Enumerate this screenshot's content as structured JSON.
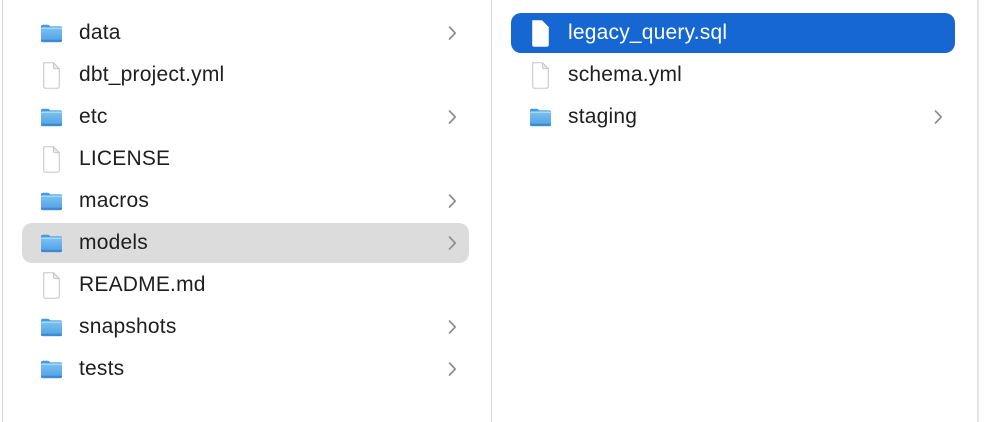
{
  "app": "finder-column-view",
  "columns": [
    {
      "name": "parent-column",
      "items": [
        {
          "label": "data",
          "type": "folder",
          "chevron": true,
          "selected": null
        },
        {
          "label": "dbt_project.yml",
          "type": "file",
          "chevron": false,
          "selected": null
        },
        {
          "label": "etc",
          "type": "folder",
          "chevron": true,
          "selected": null
        },
        {
          "label": "LICENSE",
          "type": "file",
          "chevron": false,
          "selected": null
        },
        {
          "label": "macros",
          "type": "folder",
          "chevron": true,
          "selected": null
        },
        {
          "label": "models",
          "type": "folder",
          "chevron": true,
          "selected": "gray"
        },
        {
          "label": "README.md",
          "type": "file",
          "chevron": false,
          "selected": null
        },
        {
          "label": "snapshots",
          "type": "folder",
          "chevron": true,
          "selected": null
        },
        {
          "label": "tests",
          "type": "folder",
          "chevron": true,
          "selected": null
        }
      ]
    },
    {
      "name": "child-column",
      "items": [
        {
          "label": "legacy_query.sql",
          "type": "file",
          "chevron": false,
          "selected": "blue"
        },
        {
          "label": "schema.yml",
          "type": "file",
          "chevron": false,
          "selected": null
        },
        {
          "label": "staging",
          "type": "folder",
          "chevron": true,
          "selected": null
        }
      ]
    }
  ],
  "colors": {
    "selection_blue": "#1667d2",
    "selection_gray": "#dcdcdc",
    "selected_text": "#ffffff",
    "text": "#1e1e1e",
    "divider": "#d8d8d8",
    "chevron": "#8f8f8f",
    "folder_top": "#7dc3f3",
    "folder_bottom": "#4f9fe3",
    "folder_back": "#469ae1",
    "folder_base": "#3c86cb",
    "file_border": "#c6c6c6",
    "file_fold": "#ededed"
  }
}
